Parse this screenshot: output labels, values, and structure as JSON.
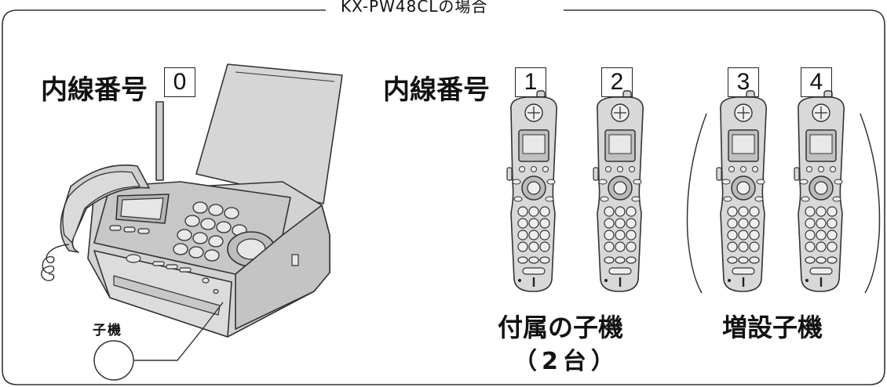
{
  "title": "KX-PW48CLの場合",
  "left": {
    "extension_label": "内線番号",
    "extension_number": "0",
    "handset_callout": "子機"
  },
  "right": {
    "extension_label": "内線番号",
    "numbers": [
      "1",
      "2",
      "3",
      "4"
    ],
    "included_caption_line1": "付属の子機",
    "included_caption_line2": "（2台）",
    "optional_caption": "増設子機"
  }
}
